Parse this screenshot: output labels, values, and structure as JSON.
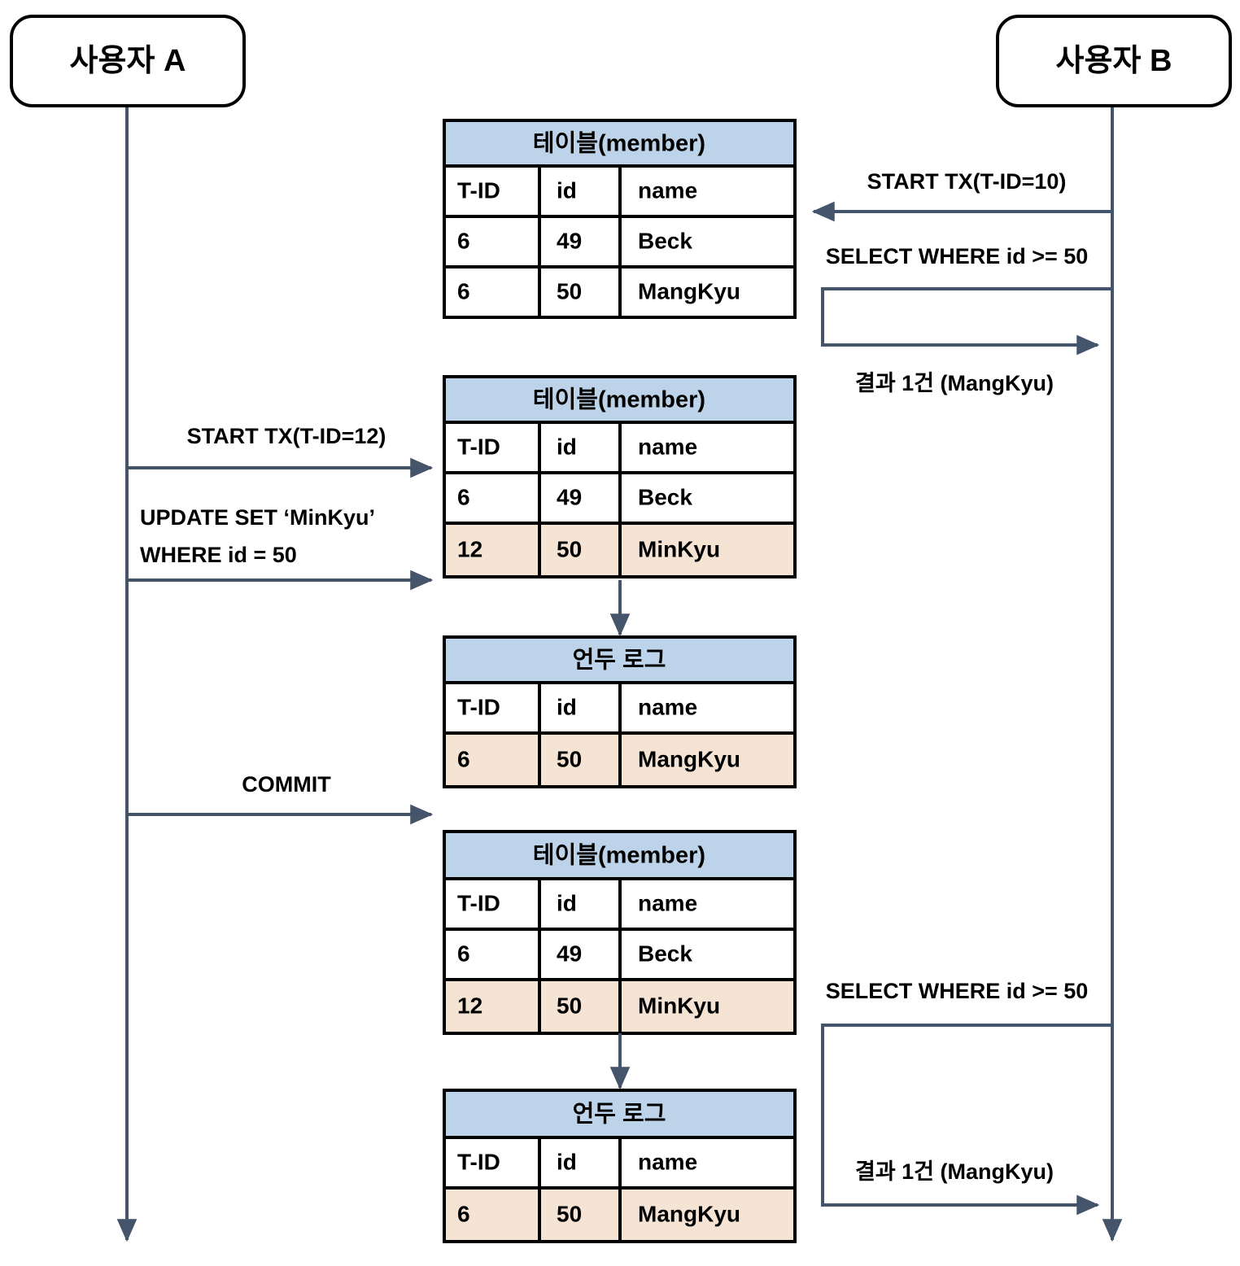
{
  "diagram": {
    "type": "sequence-diagram",
    "background_color": "#ffffff",
    "line_color": "#44546a",
    "border_color": "#000000",
    "header_fill": "#bdd3ea",
    "highlight_fill": "#f5e3d4",
    "cell_fill": "#ffffff"
  },
  "actors": {
    "left": {
      "label": "사용자 A"
    },
    "right": {
      "label": "사용자 B"
    }
  },
  "messages": {
    "b_start_tx": "START TX(T-ID=10)",
    "b_select_1": "SELECT WHERE id >= 50",
    "b_result_1": "결과 1건 (MangKyu)",
    "a_start_tx": "START TX(T-ID=12)",
    "a_update_line1": "UPDATE SET ‘MinKyu’",
    "a_update_line2": "WHERE id = 50",
    "a_commit": "COMMIT",
    "b_select_2": "SELECT WHERE id >= 50",
    "b_result_2": "결과 1건 (MangKyu)"
  },
  "tables": {
    "member_1": {
      "title": "테이블(member)",
      "columns": [
        "T-ID",
        "id",
        "name"
      ],
      "rows": [
        {
          "cells": [
            "6",
            "49",
            "Beck"
          ],
          "highlighted": false
        },
        {
          "cells": [
            "6",
            "50",
            "MangKyu"
          ],
          "highlighted": false
        }
      ]
    },
    "member_2": {
      "title": "테이블(member)",
      "columns": [
        "T-ID",
        "id",
        "name"
      ],
      "rows": [
        {
          "cells": [
            "6",
            "49",
            "Beck"
          ],
          "highlighted": false
        },
        {
          "cells": [
            "12",
            "50",
            "MinKyu"
          ],
          "highlighted": true
        }
      ]
    },
    "undo_1": {
      "title": "언두 로그",
      "columns": [
        "T-ID",
        "id",
        "name"
      ],
      "rows": [
        {
          "cells": [
            "6",
            "50",
            "MangKyu"
          ],
          "highlighted": true
        }
      ]
    },
    "member_3": {
      "title": "테이블(member)",
      "columns": [
        "T-ID",
        "id",
        "name"
      ],
      "rows": [
        {
          "cells": [
            "6",
            "49",
            "Beck"
          ],
          "highlighted": false
        },
        {
          "cells": [
            "12",
            "50",
            "MinKyu"
          ],
          "highlighted": true
        }
      ]
    },
    "undo_2": {
      "title": "언두 로그",
      "columns": [
        "T-ID",
        "id",
        "name"
      ],
      "rows": [
        {
          "cells": [
            "6",
            "50",
            "MangKyu"
          ],
          "highlighted": true
        }
      ]
    }
  }
}
